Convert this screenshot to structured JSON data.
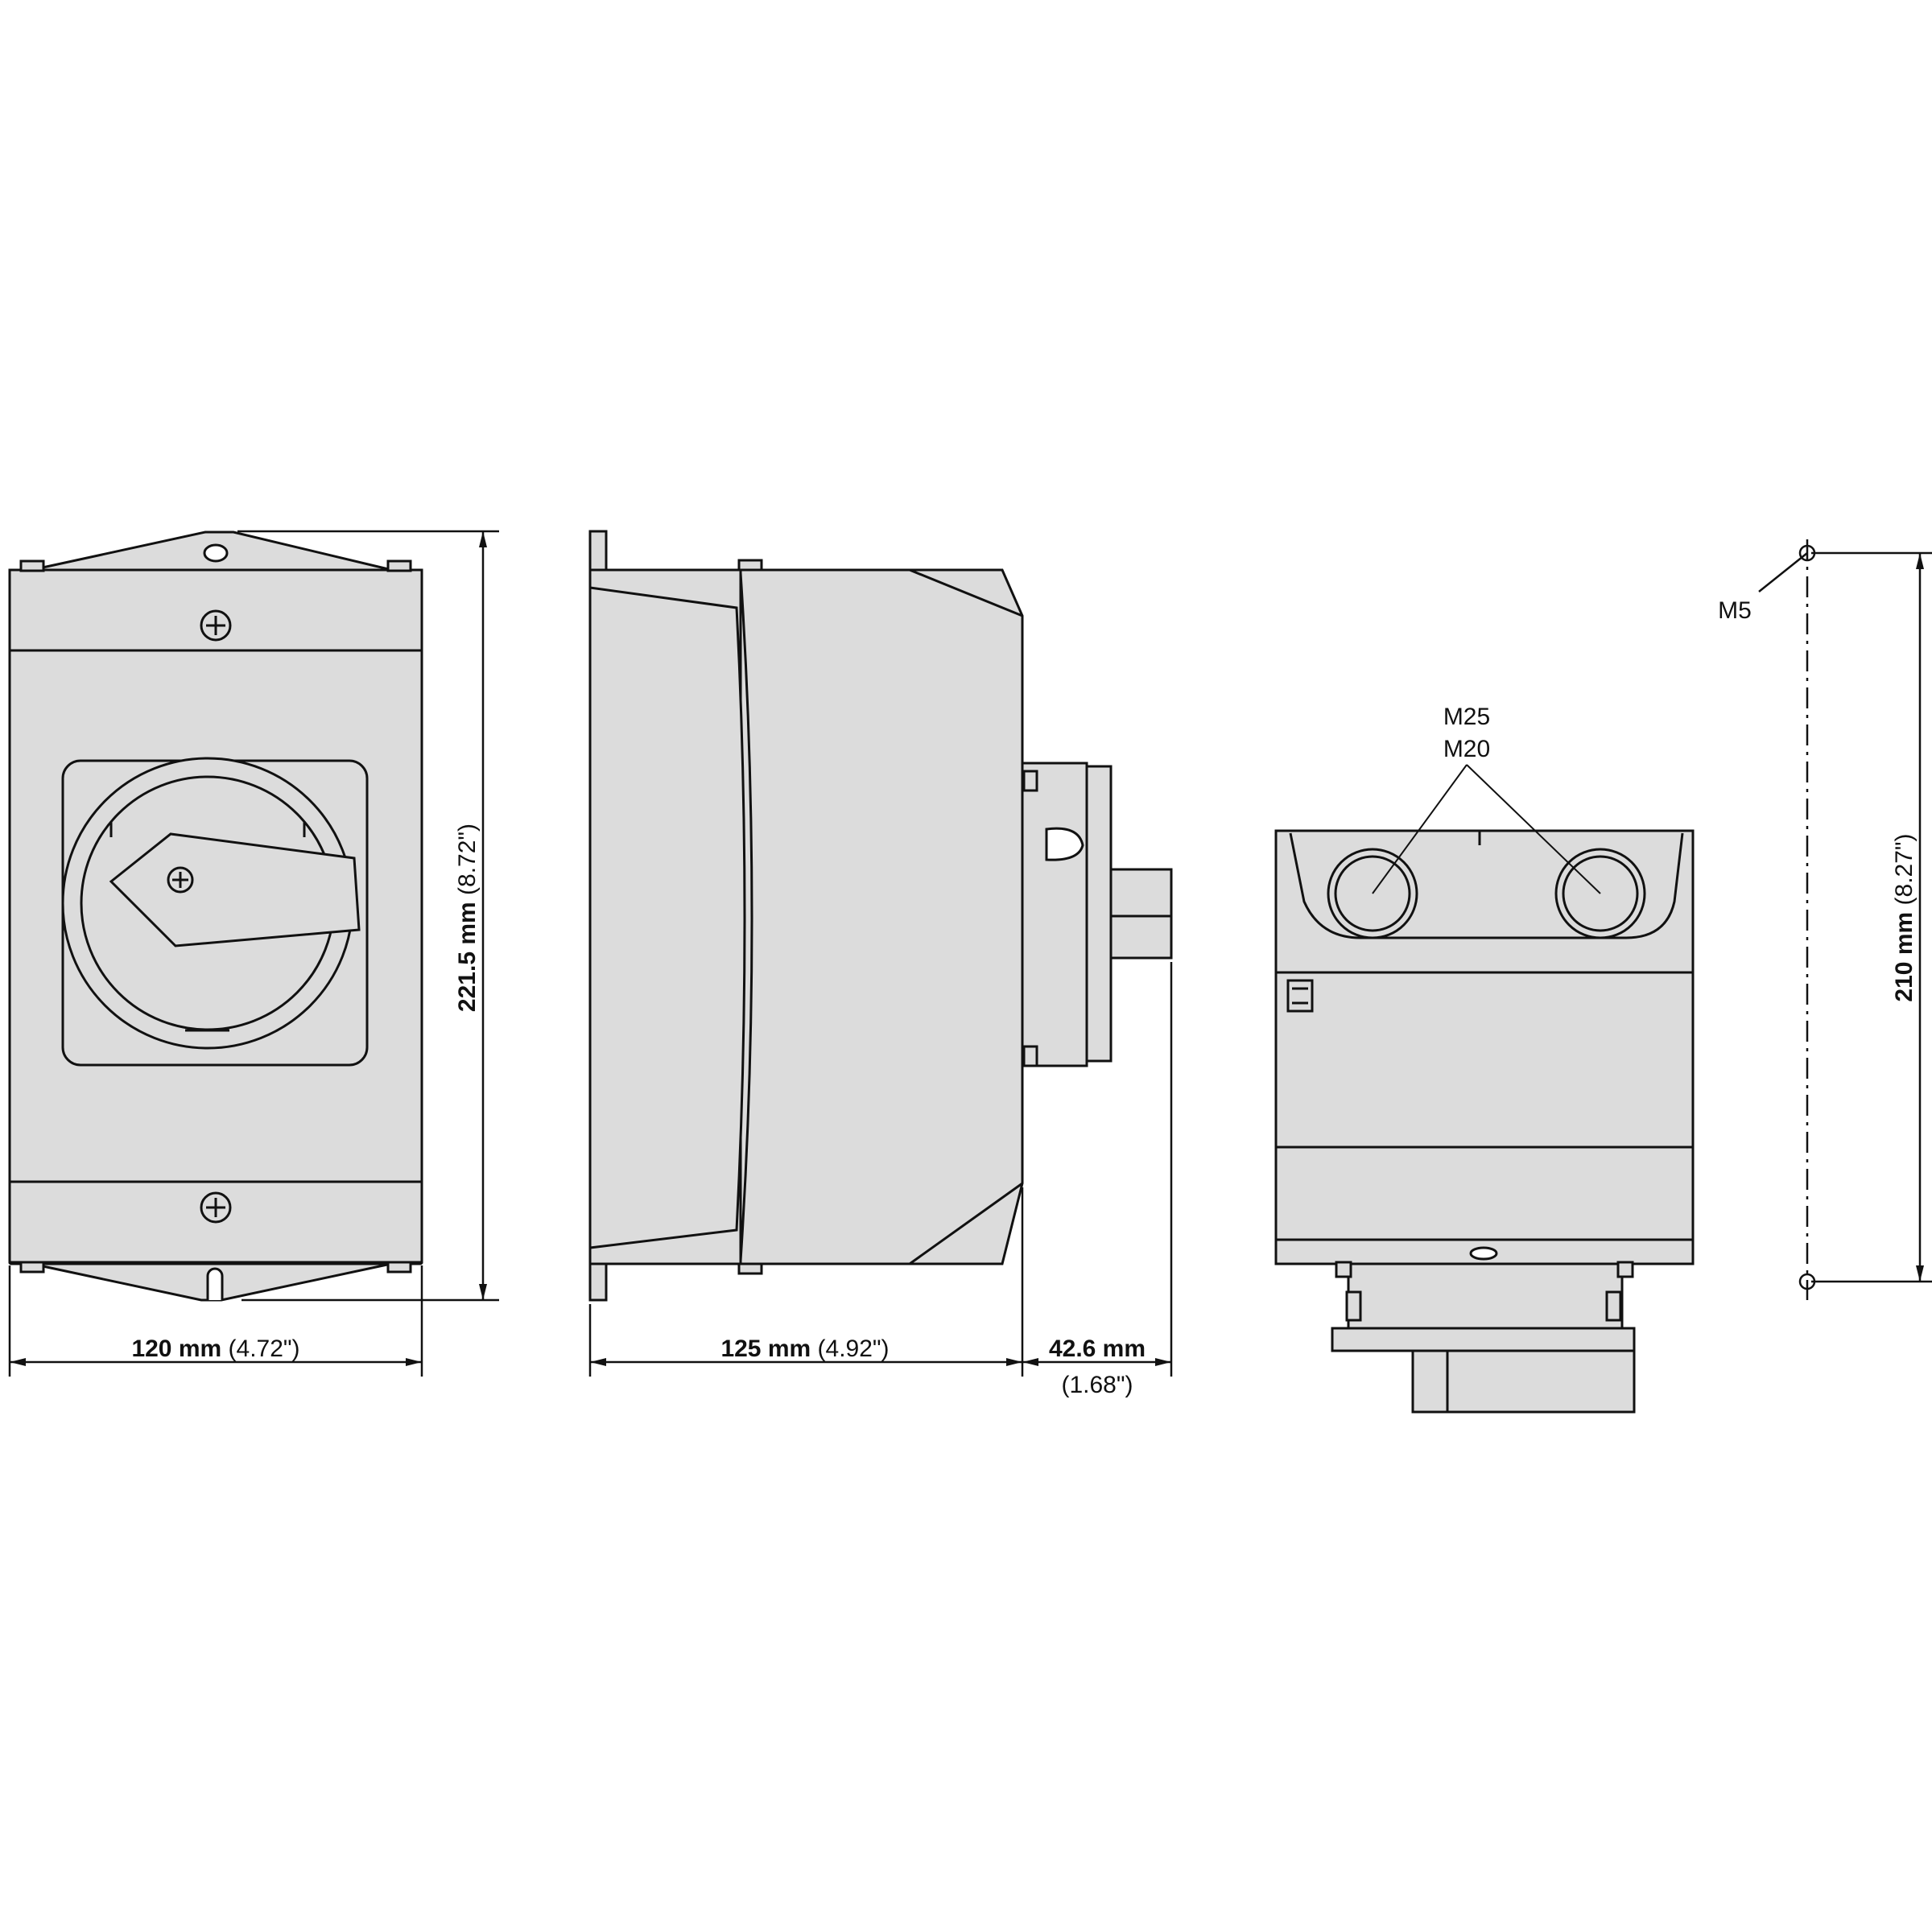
{
  "dimensions": {
    "front_width": {
      "value": "120 mm",
      "imperial": "(4.72\")"
    },
    "front_height": {
      "value": "221.5 mm",
      "imperial": "(8.72\")"
    },
    "side_depth": {
      "value": "125 mm",
      "imperial": "(4.92\")"
    },
    "handle_depth": {
      "value": "42.6 mm",
      "imperial": "(1.68\")"
    },
    "mounting_distance": {
      "value": "210 mm",
      "imperial": "(8.27\")"
    }
  },
  "callouts": {
    "mounting_screw": "M5",
    "cable_entry_large": "M25",
    "cable_entry_small": "M20"
  },
  "colors": {
    "housing_fill": "#dcdcdc",
    "outline": "#111111",
    "background": "#ffffff"
  }
}
